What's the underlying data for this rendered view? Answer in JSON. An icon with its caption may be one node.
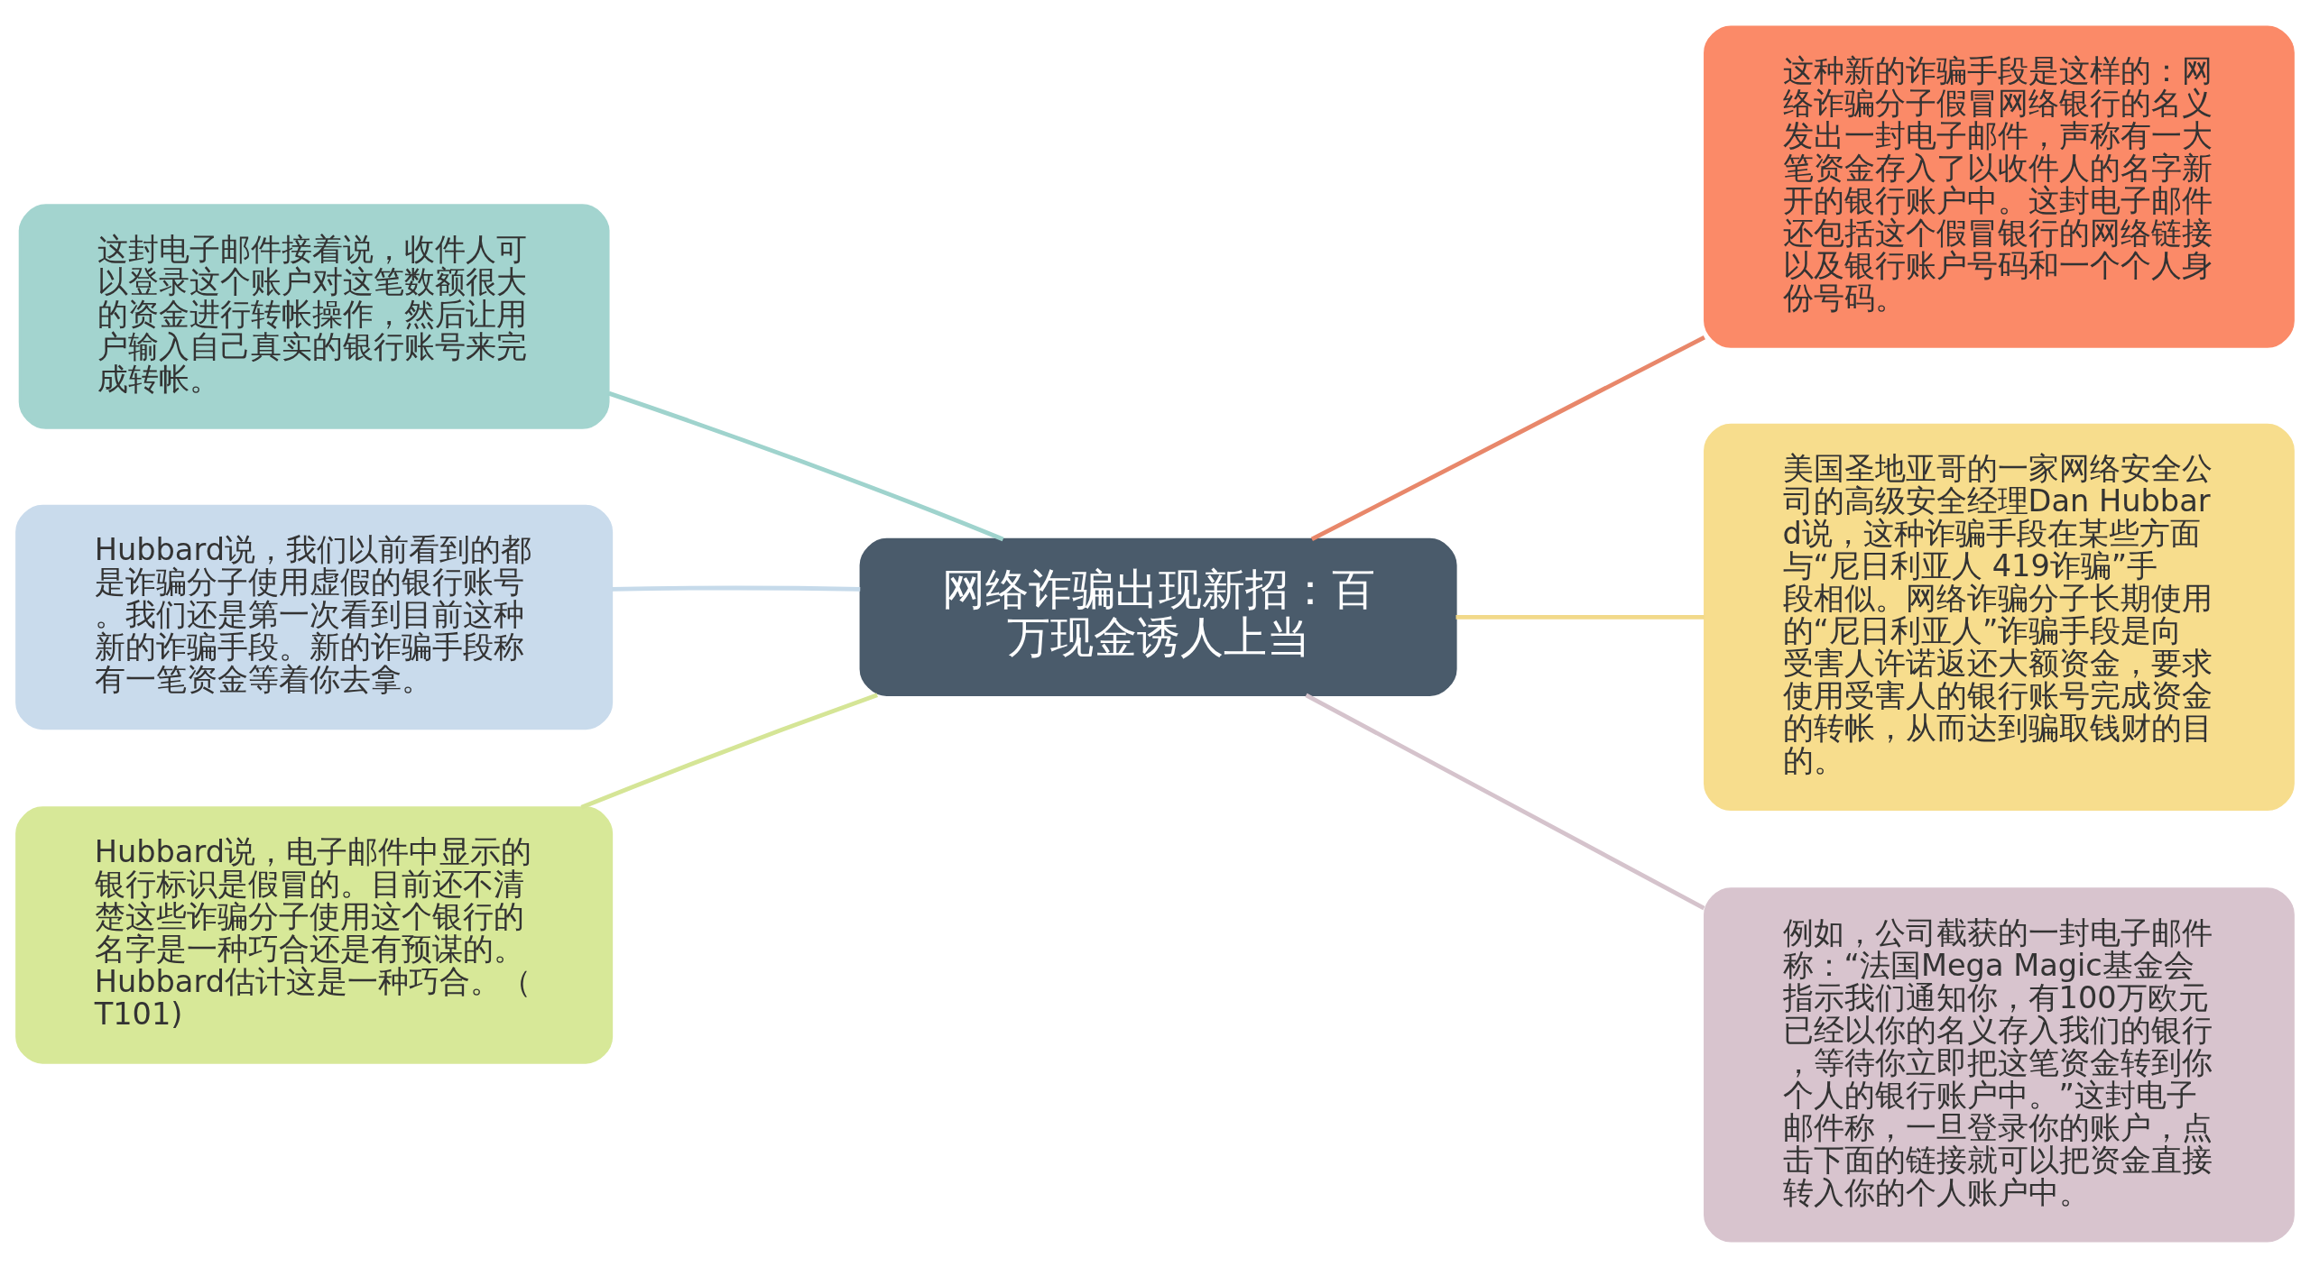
{
  "diagram": {
    "nodes": [
      {
        "text": [
          "网络诈骗出现新招：百万现金诱人上当"
        ]
      },
      {
        "text": [
          "这种新的诈骗手段是这样的：网络诈骗分子假冒网络银行的名义发出一封电子邮件，声称有一大笔资金存入了以收件人的名字新开的银行账户中。这封电子邮件还包括这个假冒银行的网络链接以及银行账户号码和一个个人身份号码。"
        ]
      },
      {
        "text": [
          "美国圣地亚哥的一家网络安全公司的高级安全经理Dan Hubbard说，这种诈骗手段在某些方面与“尼日利亚人 419诈骗”手段相似。网络诈骗分子长期使用的“尼日利亚人”诈骗手段是向受害人许诺返还大额资金，要求使用受害人的银行账号完成资金的转帐，从而达到骗取钱财的目的。"
        ]
      },
      {
        "text": [
          "例如，公司截获的一封电子邮件称：“法国Mega Magic基金会指示我们通知你，有100万欧元已经以你的名义存入我们的银行，等待你立即把这笔资金转到你个人的银行账户中。”这封电子邮件称，一旦登录你的账户，点击下面的链接就可以把资金直接转入你的个人账户中。"
        ]
      },
      {
        "text": [
          "这封电子邮件接着说，收件人可以登录这个账户对这笔数额很大的资金进行转帐操作，然后让用户输入自己真实的银行账号来完成转帐。"
        ]
      },
      {
        "text": [
          "Hubbard说，我们以前看到的都是诈骗分子使用虚假的银行账号。我们还是第一次看到目前这种新的诈骗手段。新的诈骗手段称有一笔资金等着你去拿。"
        ]
      },
      {
        "text": [
          "Hubbard说，电子邮件中显示的银行标识是假冒的。目前还不清楚这些诈骗分子使用这个银行的名字是一种巧合还是有预谋的。Hubbard估计这是一种巧合。（T101)"
        ]
      }
    ],
    "edges": [
      {
        "from": 0,
        "to": 1,
        "arrow": "none",
        "color": "#e8876a"
      },
      {
        "from": 0,
        "to": 2,
        "arrow": "none",
        "color": "#f2d98a"
      },
      {
        "from": 0,
        "to": 3,
        "arrow": "none",
        "color": "#d5c3cc"
      },
      {
        "from": 0,
        "to": 4,
        "arrow": "none",
        "color": "#9fd3cd"
      },
      {
        "from": 0,
        "to": 5,
        "arrow": "none",
        "color": "#c6daea"
      },
      {
        "from": 0,
        "to": 6,
        "arrow": "none",
        "color": "#d5e596"
      }
    ]
  }
}
